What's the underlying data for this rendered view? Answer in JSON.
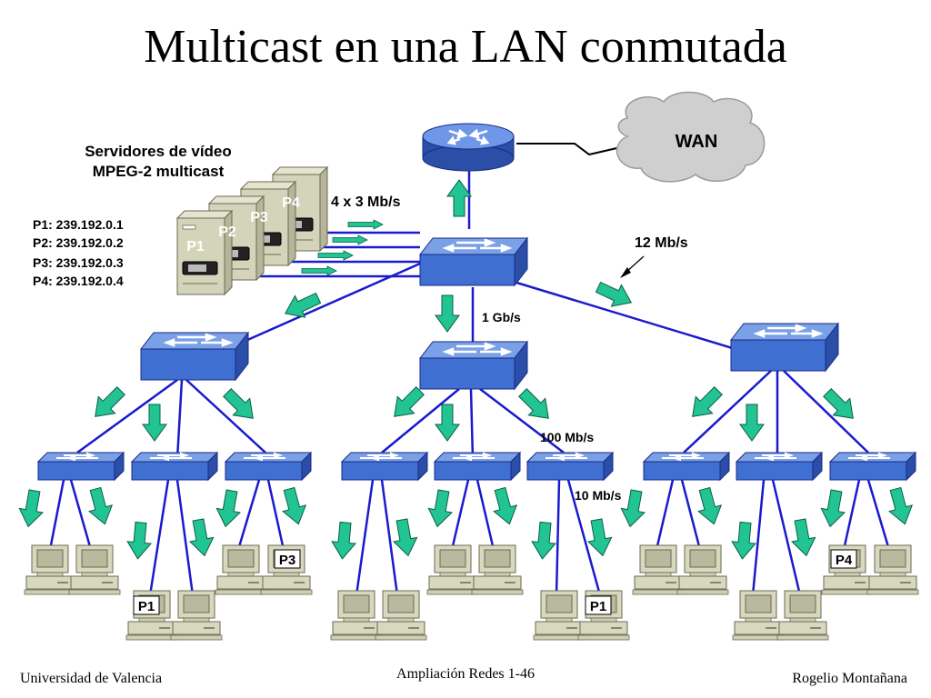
{
  "title": "Multicast en una LAN conmutada",
  "labels": {
    "wan": "WAN",
    "servers_line1": "Servidores de vídeo",
    "servers_line2": "MPEG-2 multicast",
    "rate_4x3": "4 x 3 Mb/s",
    "rate_12": "12 Mb/s",
    "rate_1g": "1 Gb/s",
    "rate_100": "100 Mb/s",
    "rate_10": "10 Mb/s"
  },
  "groups": [
    "P1: 239.192.0.1",
    "P2: 239.192.0.2",
    "P3: 239.192.0.3",
    "P4: 239.192.0.4"
  ],
  "server_labels": [
    "P1",
    "P2",
    "P3",
    "P4"
  ],
  "host_tags": [
    "P1",
    "P3",
    "P1",
    "P4"
  ],
  "footer": {
    "left": "Universidad de Valencia",
    "center": "Ampliación Redes 1-46",
    "right": "Rogelio Montañana"
  },
  "colors": {
    "link": "#1a1ad0",
    "switch_face": "#3f6fd0",
    "arrow": "#22c493",
    "cloud": "#cfcfcf"
  },
  "icons": [
    "router-icon",
    "cloud-icon",
    "switch-icon",
    "server-icon",
    "pc-icon",
    "flow-arrow-icon"
  ]
}
